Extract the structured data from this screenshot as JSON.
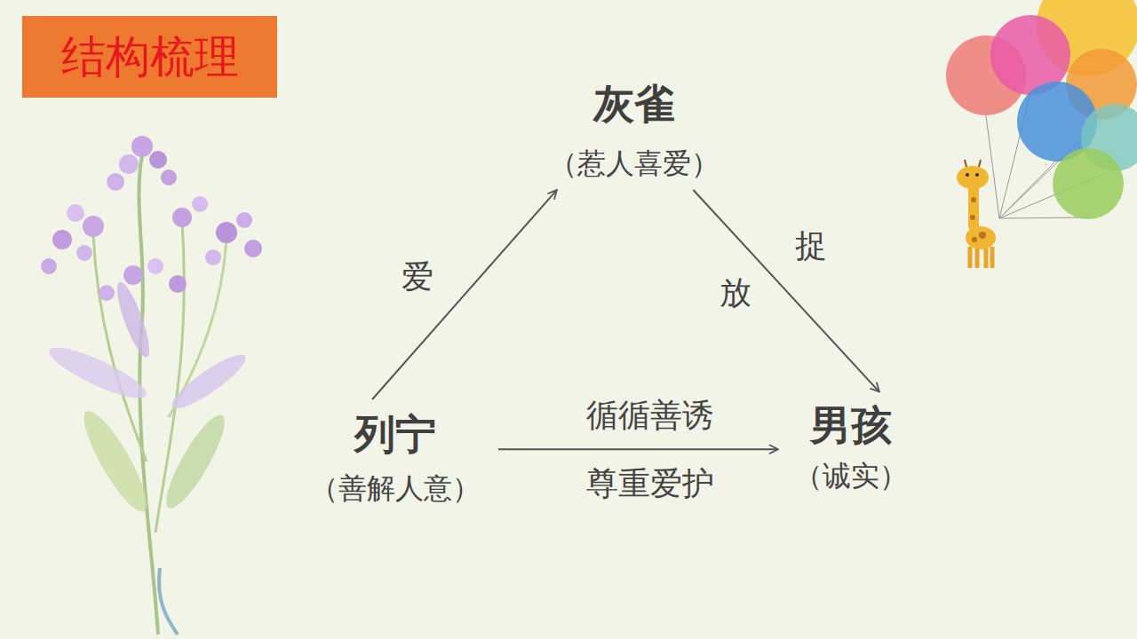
{
  "diagram": {
    "title": "结构梳理",
    "nodes": [
      {
        "text": [
          "灰雀",
          "（惹人喜爱）"
        ]
      },
      {
        "text": [
          "列宁",
          "（善解人意）"
        ]
      },
      {
        "text": [
          "男孩",
          "（诚实）"
        ]
      }
    ],
    "edges": [
      {
        "from": 1,
        "to": 0,
        "label": "爱",
        "arrow": "to"
      },
      {
        "from": 0,
        "to": 2,
        "label": "捉",
        "arrow": "to"
      },
      {
        "from": 1,
        "to": 2,
        "label": "循循善诱",
        "arrow": "to"
      }
    ],
    "labels": [
      "放",
      "尊重爱护"
    ]
  }
}
